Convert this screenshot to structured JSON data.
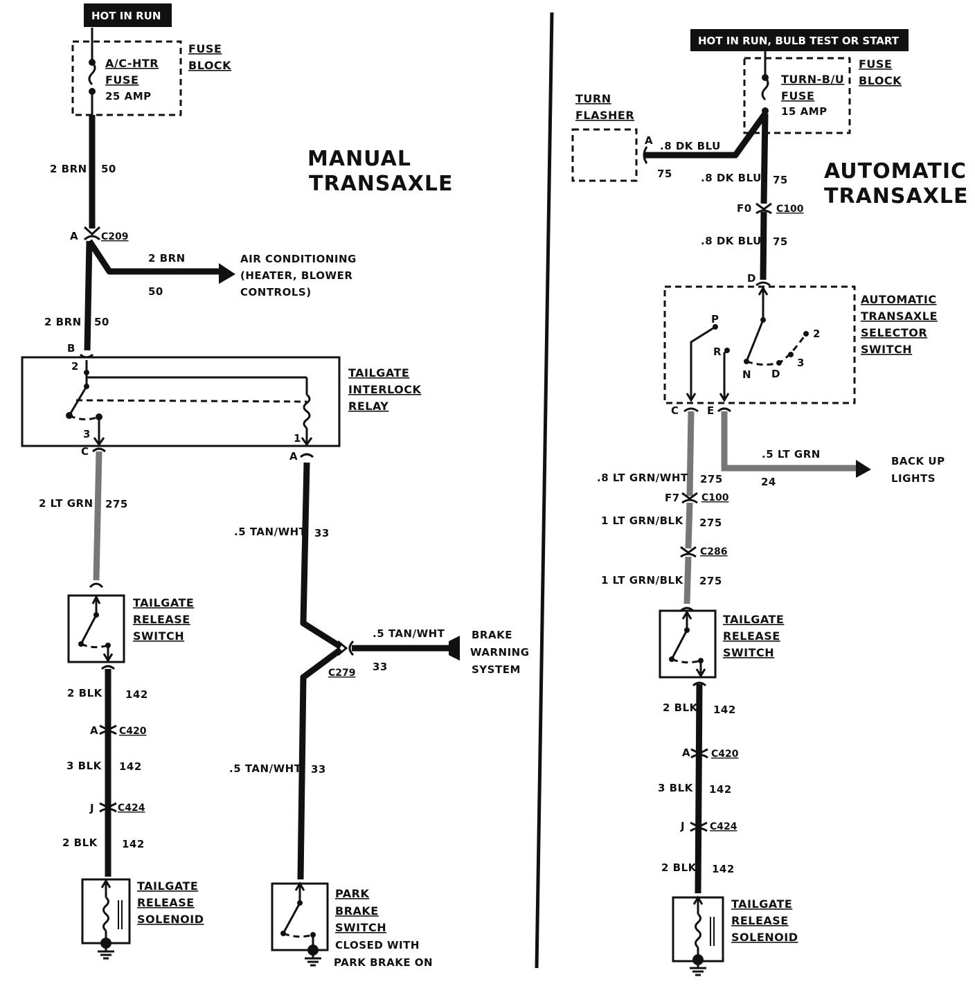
{
  "manual": {
    "title_line1": "MANUAL",
    "title_line2": "TRANSAXLE",
    "power_label": "HOT IN RUN",
    "fuse": {
      "name1": "A/C-HTR",
      "name2": "FUSE",
      "rating": "25 AMP",
      "block1": "FUSE",
      "block2": "BLOCK"
    },
    "wire_top": {
      "gauge": "2 BRN",
      "circuit": "50"
    },
    "c209": {
      "pin": "A",
      "name": "C209"
    },
    "ac_branch": {
      "gauge": "2 BRN",
      "circuit": "50",
      "dest1": "AIR CONDITIONING",
      "dest2": "(HEATER, BLOWER",
      "dest3": "CONTROLS)"
    },
    "wire_to_relay": {
      "gauge": "2 BRN",
      "circuit": "50"
    },
    "relay": {
      "pin_b": "B",
      "pin2": "2",
      "pin3": "3",
      "pin1": "1",
      "name1": "TAILGATE",
      "name2": "INTERLOCK",
      "name3": "RELAY",
      "pin_c": "C",
      "pin_a": "A"
    },
    "wire_ltgrn": {
      "gauge": "2 LT GRN",
      "circuit": "275"
    },
    "switch": {
      "name1": "TAILGATE",
      "name2": "RELEASE",
      "name3": "SWITCH"
    },
    "wire_blk1": {
      "gauge": "2 BLK",
      "circuit": "142"
    },
    "c420": {
      "pin": "A",
      "name": "C420"
    },
    "wire_blk2": {
      "gauge": "3 BLK",
      "circuit": "142"
    },
    "c424": {
      "pin": "J",
      "name": "C424"
    },
    "wire_blk3": {
      "gauge": "2 BLK",
      "circuit": "142"
    },
    "solenoid": {
      "name1": "TAILGATE",
      "name2": "RELEASE",
      "name3": "SOLENOID"
    },
    "wire_tan_top": {
      "gauge": ".5 TAN/WHT",
      "circuit": "33"
    },
    "c279": {
      "name": "C279"
    },
    "brake_branch": {
      "gauge": ".5 TAN/WHT",
      "circuit": "33",
      "dest1": "BRAKE",
      "dest2": "WARNING",
      "dest3": "SYSTEM"
    },
    "wire_tan_bottom": {
      "gauge": ".5 TAN/WHT",
      "circuit": "33"
    },
    "park": {
      "name1": "PARK",
      "name2": "BRAKE",
      "name3": "SWITCH",
      "note1": "CLOSED WITH",
      "note2": "PARK BRAKE ON"
    }
  },
  "automatic": {
    "title_line1": "AUTOMATIC",
    "title_line2": "TRANSAXLE",
    "power_label": "HOT IN RUN, BULB TEST OR START",
    "fuse": {
      "name1": "TURN-B/U",
      "name2": "FUSE",
      "rating": "15 AMP",
      "block1": "FUSE",
      "block2": "BLOCK"
    },
    "flasher": {
      "name1": "TURN",
      "name2": "FLASHER",
      "pin": "A"
    },
    "wire_flasher": {
      "gauge": ".8 DK BLU",
      "circuit": "75"
    },
    "wire_top": {
      "gauge": ".8 DK BLU",
      "circuit": "75"
    },
    "c100a": {
      "pin": "F0",
      "name": "C100"
    },
    "wire_mid": {
      "gauge": ".8 DK BLU",
      "circuit": "75"
    },
    "selector": {
      "pin_d": "D",
      "name1": "AUTOMATIC",
      "name2": "TRANSAXLE",
      "name3": "SELECTOR",
      "name4": "SWITCH",
      "pos_p": "P",
      "pos_r": "R",
      "pos_n": "N",
      "pos_d": "D",
      "pos_3": "3",
      "pos_2": "2",
      "pin_c": "C",
      "pin_e": "E"
    },
    "backup_branch": {
      "gauge": ".5 LT GRN",
      "circuit": "24",
      "dest1": "BACK UP",
      "dest2": "LIGHTS"
    },
    "wire_ltgrn1": {
      "gauge": ".8 LT GRN/WHT",
      "circuit": "275"
    },
    "c100b": {
      "pin": "F7",
      "name": "C100"
    },
    "wire_ltgrn2": {
      "gauge": "1 LT GRN/BLK",
      "circuit": "275"
    },
    "c286": {
      "name": "C286"
    },
    "wire_ltgrn3": {
      "gauge": "1 LT GRN/BLK",
      "circuit": "275"
    },
    "switch": {
      "name1": "TAILGATE",
      "name2": "RELEASE",
      "name3": "SWITCH"
    },
    "wire_blk1": {
      "gauge": "2 BLK",
      "circuit": "142"
    },
    "c420": {
      "pin": "A",
      "name": "C420"
    },
    "wire_blk2": {
      "gauge": "3 BLK",
      "circuit": "142"
    },
    "c424": {
      "pin": "J",
      "name": "C424"
    },
    "wire_blk3": {
      "gauge": "2 BLK",
      "circuit": "142"
    },
    "solenoid": {
      "name1": "TAILGATE",
      "name2": "RELEASE",
      "name3": "SOLENOID"
    }
  }
}
